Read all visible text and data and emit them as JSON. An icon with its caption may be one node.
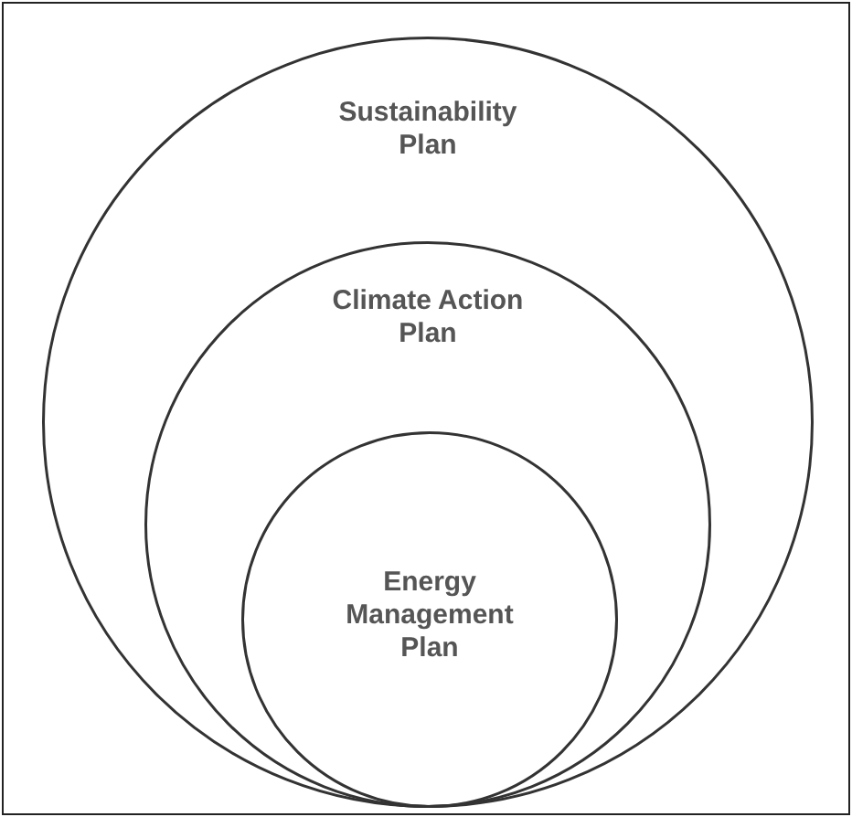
{
  "diagram": {
    "nodes": [
      {
        "text": [
          "Sustainability Plan"
        ]
      },
      {
        "text": [
          "Climate Action Plan"
        ],
        "in": 0
      },
      {
        "text": [
          "Energy Management Plan"
        ],
        "in": 1
      }
    ]
  }
}
